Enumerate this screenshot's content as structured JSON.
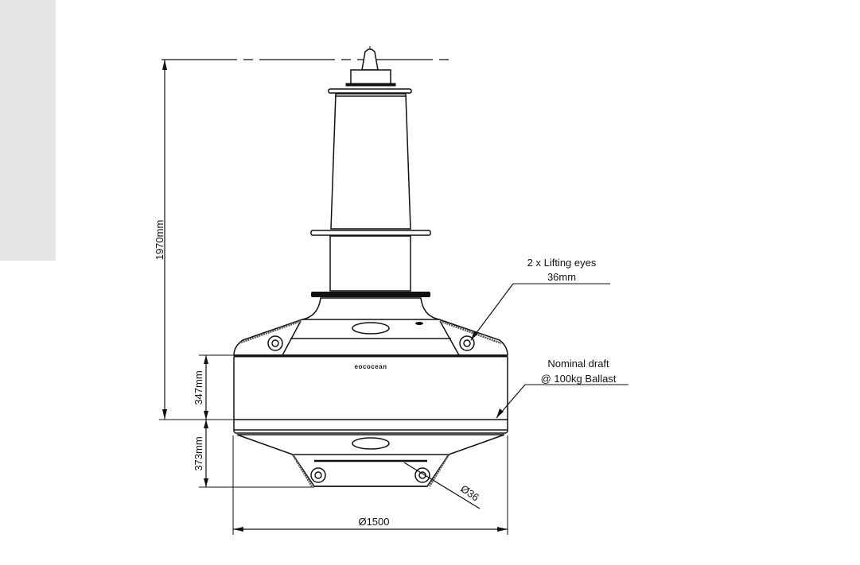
{
  "drawing": {
    "height_label": "1970mm",
    "upper_draft_label": "347mm",
    "lower_draft_label": "373mm",
    "diameter_label": "Ø1500",
    "eye_diameter_label": "Ø36",
    "lifting_eyes": {
      "line1": "2 x Lifting eyes",
      "line2": "36mm"
    },
    "nominal_draft": {
      "line1": "Nominal draft",
      "line2": "@ 100kg Ballast"
    },
    "logo_text": "eococean"
  }
}
